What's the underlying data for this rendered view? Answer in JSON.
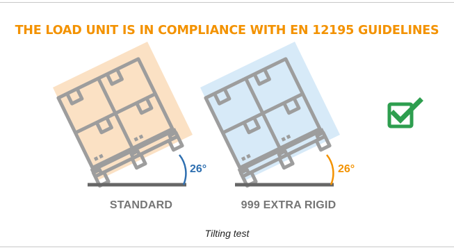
{
  "headline": "THE LOAD UNIT IS IN COMPLIANCE WITH EN 12195 GUIDELINES",
  "units": [
    {
      "label": "STANDARD",
      "angle": "26°",
      "fill": "#fbe1c4",
      "angle_color": "#2e6fb0"
    },
    {
      "label": "999 EXTRA RIGID",
      "angle": "26°",
      "fill": "#d7eaf8",
      "angle_color": "#f39200"
    }
  ],
  "status": {
    "icon": "check-icon",
    "color": "#2e9e4f"
  },
  "caption": "Tilting test",
  "colors": {
    "headline": "#f39200",
    "outline": "#9d9d9d",
    "ground": "#666666"
  }
}
